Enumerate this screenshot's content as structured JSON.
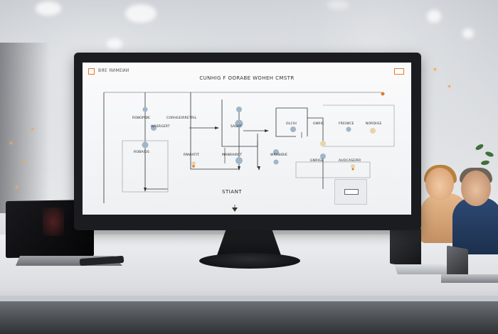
{
  "screen": {
    "app_name": "ВЯЕ ЯИМЕИИ",
    "title": "CUNHIG F OORABE WOHEH CMSTR",
    "start_label": "STIANT"
  },
  "diagram_labels": [
    "ROBOPIDE",
    "CORHGEIRRETRIL",
    "WASRGERT",
    "SALVIT",
    "ROBAIDS",
    "RNVIATIT",
    "MANRAIRCT",
    "WRABIDIE",
    "OLCIH",
    "GNRIC",
    "FREIWCE",
    "NORDIGE",
    "GNRIGE",
    "AUOCASEIRR"
  ],
  "colors": {
    "accent": "#e07a2f",
    "node": "#9fb6c9",
    "node_warm": "#e7d5a8",
    "line": "#333333"
  }
}
